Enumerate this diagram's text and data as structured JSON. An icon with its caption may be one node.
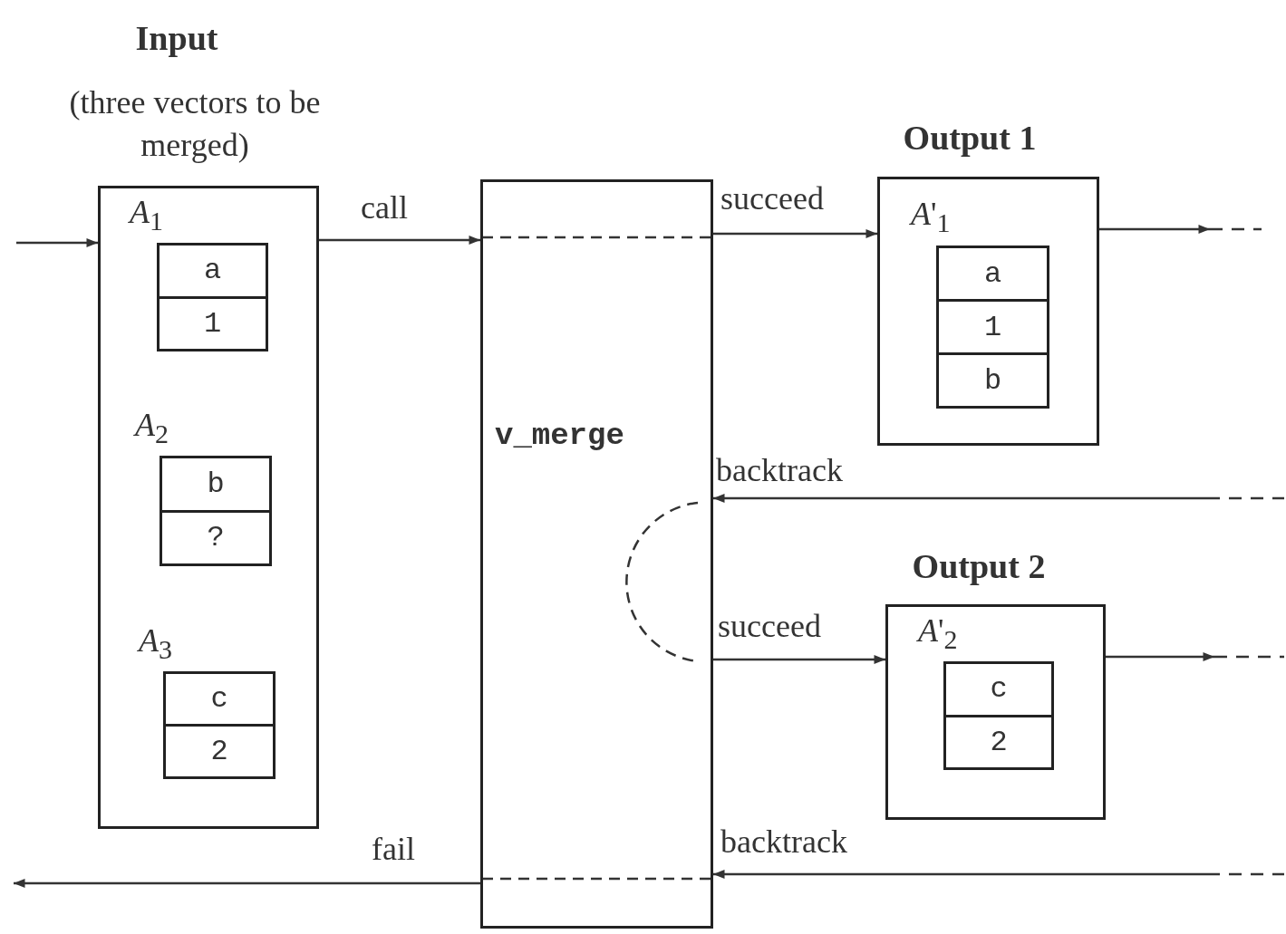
{
  "diagram": {
    "nodes": [
      {
        "text": [
          "Input",
          "(three vectors to be merged)"
        ]
      },
      {
        "text": [
          "a",
          "1"
        ],
        "beside": [
          "*A*$_{1}$"
        ],
        "in": 0
      },
      {
        "text": [
          "b",
          "?"
        ],
        "beside": [
          "*A*$_{2}$"
        ],
        "in": 0
      },
      {
        "text": [
          "c",
          "2"
        ],
        "beside": [
          "*A*$_{3}$"
        ],
        "in": 0
      },
      {
        "text": [
          "v_merge"
        ]
      },
      {
        "text": [
          "Output 1"
        ]
      },
      {
        "text": [
          "a",
          "1",
          "b"
        ],
        "beside": [
          "*A*'$_{1}$"
        ],
        "in": 5
      },
      {
        "text": [
          "Output 2"
        ]
      },
      {
        "text": [
          "c",
          "2"
        ],
        "beside": [
          "*A*'$_{2}$"
        ],
        "in": 7
      }
    ],
    "edges": [
      {
        "from": null,
        "to": 0,
        "arrow": "to"
      },
      {
        "from": 0,
        "to": 4,
        "arrow": "to",
        "label": "call"
      },
      {
        "from": 4,
        "to": 5,
        "arrow": "to",
        "label": "succeed"
      },
      {
        "from": 5,
        "to": null,
        "arrow": "to"
      },
      {
        "from": null,
        "to": 4,
        "arrow": "to",
        "label": "backtrack"
      },
      {
        "from": 4,
        "to": 7,
        "arrow": "to",
        "label": "succeed"
      },
      {
        "from": 7,
        "to": null,
        "arrow": "to"
      },
      {
        "from": null,
        "to": 4,
        "arrow": "to",
        "label": "backtrack"
      },
      {
        "from": 4,
        "to": null,
        "arrow": "to",
        "label": "fail"
      }
    ]
  }
}
